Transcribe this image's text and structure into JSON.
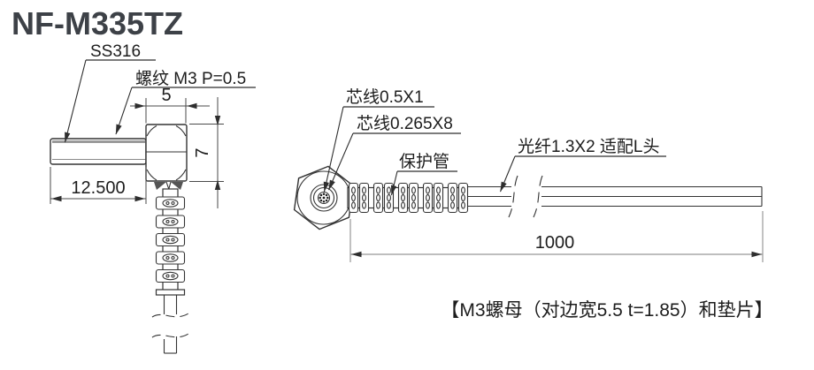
{
  "title": "NF-M335TZ",
  "left_view": {
    "material_label": "SS316",
    "thread_label": "螺纹 M3 P=0.5",
    "dim_head_width": "5",
    "dim_head_height": "7",
    "dim_thread_length": "12.500"
  },
  "right_view": {
    "core_single_label": "芯线0.5X1",
    "core_multi_label": "芯线0.265X8",
    "tube_label": "保护管",
    "fiber_label": "光纤1.3X2 适配L头",
    "dim_total_length": "1000"
  },
  "footnote": "【M3螺母（对边宽5.5 t=1.85）和垫片】",
  "colors": {
    "line": "#333333",
    "dim_gray": "#989898",
    "title_text": "#3d4147",
    "text": "#1d1d1d",
    "background": "#ffffff"
  }
}
